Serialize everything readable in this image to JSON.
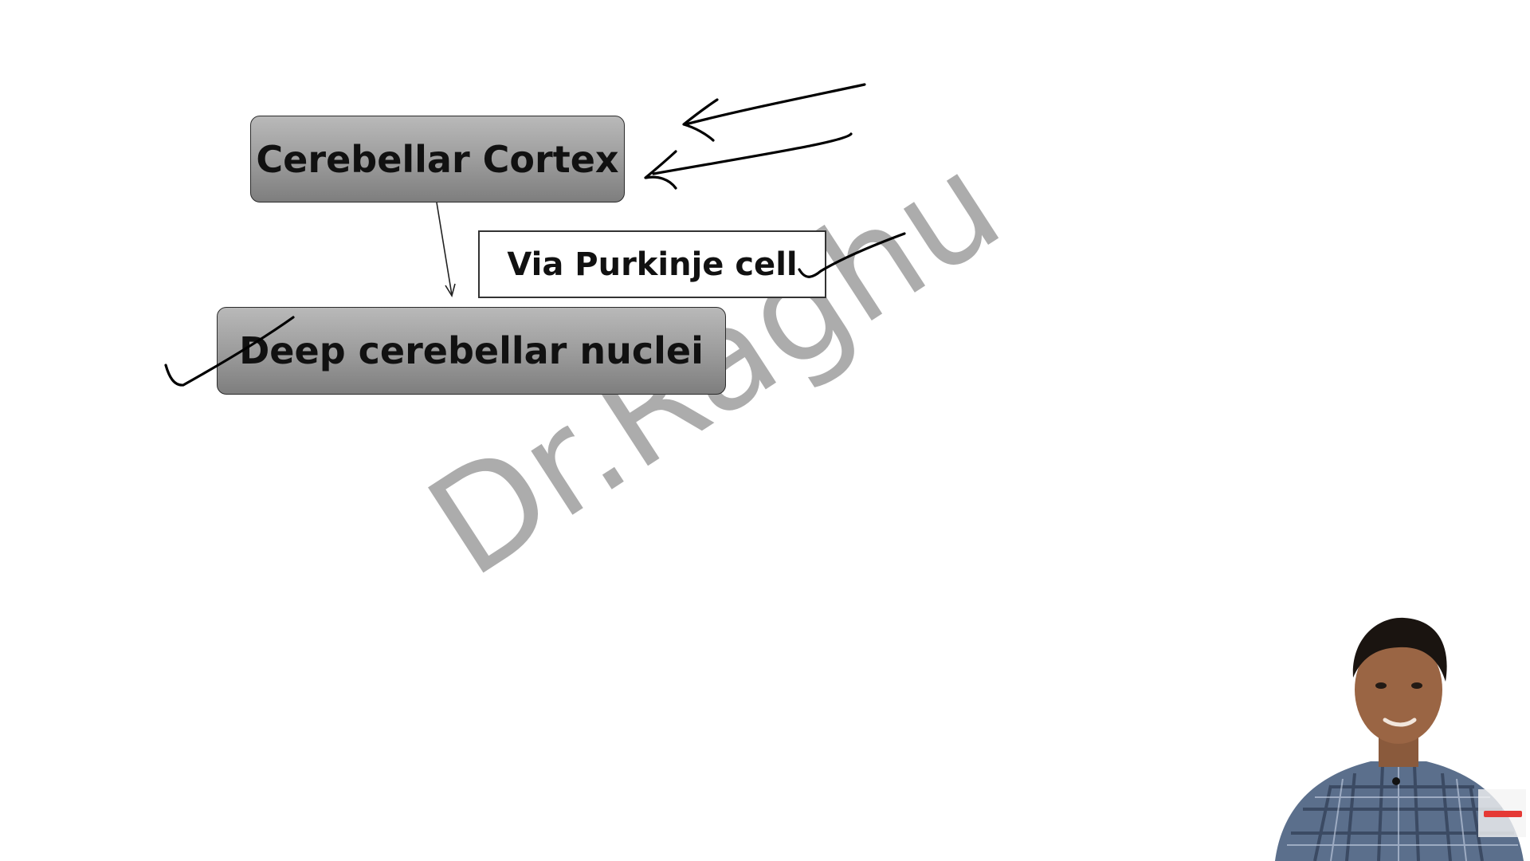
{
  "diagram": {
    "nodes": {
      "cortex": "Cerebellar Cortex",
      "nuclei": "Deep cerebellar nuclei"
    },
    "edge_label": "Via Purkinje cell"
  },
  "watermark": "Dr.Raghu",
  "colors": {
    "node_fill": "#9a9a9a",
    "ink": "#000000",
    "watermark": "#a8a8a8",
    "background": "#ffffff"
  }
}
